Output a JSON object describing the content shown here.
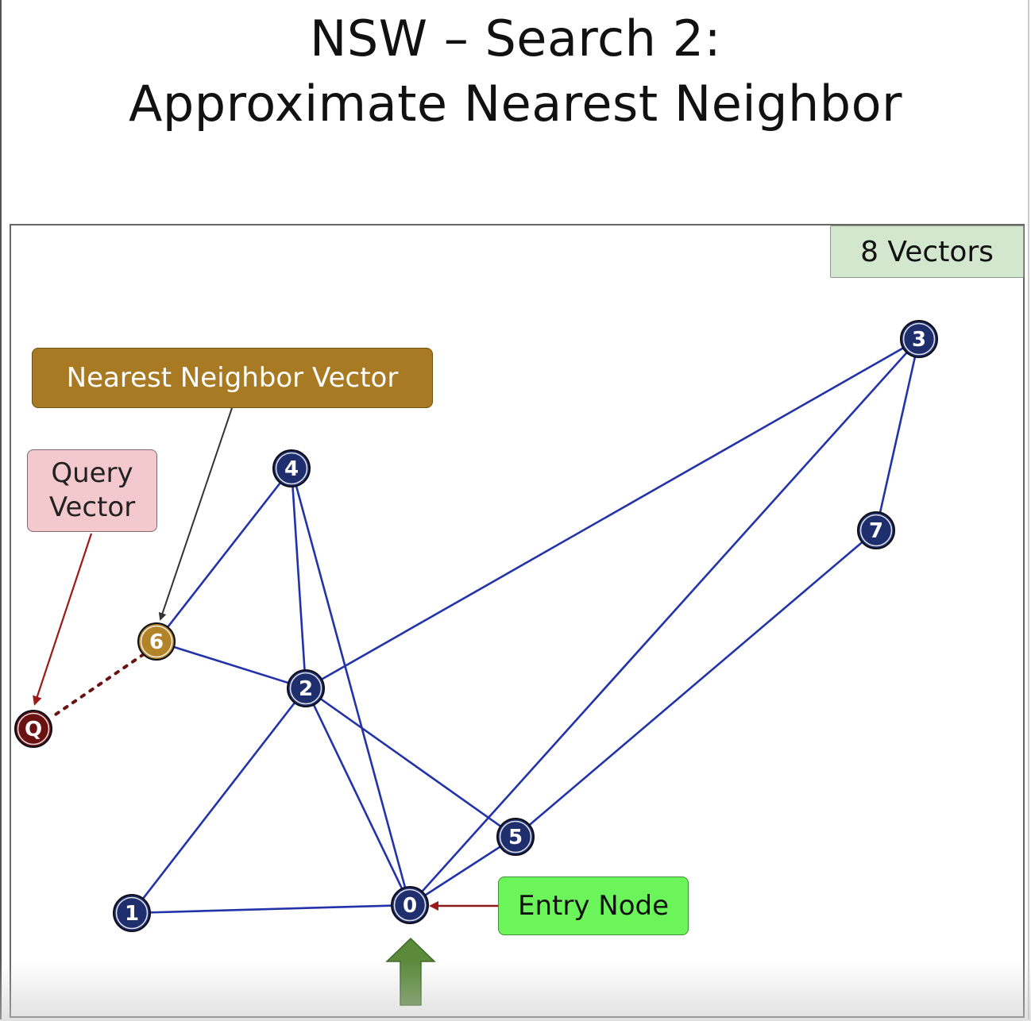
{
  "title": {
    "line1": "NSW – Search 2:",
    "line2": "Approximate Nearest Neighbor"
  },
  "labels": {
    "vector_count": "8 Vectors",
    "nearest_neighbor": "Nearest Neighbor Vector",
    "query_line1": "Query",
    "query_line2": "Vector",
    "entry_node": "Entry Node"
  },
  "colors": {
    "node_fill": "#1f2f6e",
    "edge": "#2233aa",
    "nearest_node": "#b3832a",
    "query_node": "#6a1212",
    "query_arrow": "#9a1a1a",
    "entry_arrow": "#8b1a1a",
    "up_arrow": "#5a8a3a"
  },
  "nodes": [
    {
      "id": "0",
      "label": "0",
      "kind": "entry"
    },
    {
      "id": "1",
      "label": "1",
      "kind": "vector"
    },
    {
      "id": "2",
      "label": "2",
      "kind": "vector"
    },
    {
      "id": "3",
      "label": "3",
      "kind": "vector"
    },
    {
      "id": "4",
      "label": "4",
      "kind": "vector"
    },
    {
      "id": "5",
      "label": "5",
      "kind": "vector"
    },
    {
      "id": "6",
      "label": "6",
      "kind": "nearest"
    },
    {
      "id": "7",
      "label": "7",
      "kind": "vector"
    },
    {
      "id": "Q",
      "label": "Q",
      "kind": "query"
    }
  ],
  "edges": [
    [
      "1",
      "0"
    ],
    [
      "1",
      "2"
    ],
    [
      "2",
      "0"
    ],
    [
      "2",
      "5"
    ],
    [
      "2",
      "3"
    ],
    [
      "2",
      "4"
    ],
    [
      "6",
      "4"
    ],
    [
      "6",
      "2"
    ],
    [
      "4",
      "0"
    ],
    [
      "0",
      "5"
    ],
    [
      "0",
      "3"
    ],
    [
      "5",
      "7"
    ],
    [
      "7",
      "3"
    ]
  ],
  "dotted_edges": [
    [
      "6",
      "Q"
    ]
  ]
}
